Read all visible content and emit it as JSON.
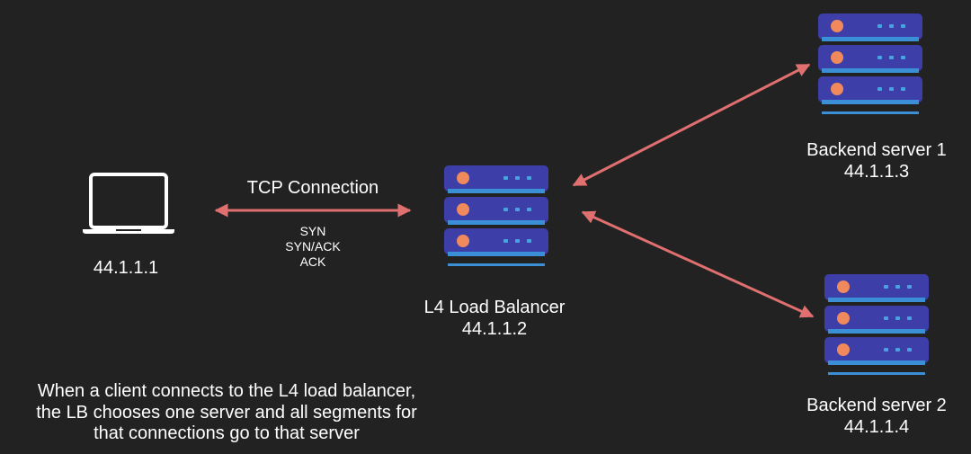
{
  "colors": {
    "background": "#222222",
    "arrow": "#e07070",
    "server_body": "#3e3ea8",
    "server_base": "#3a8fd6",
    "server_led_round": "#f08a5d",
    "server_led_small": "#4aa3e0",
    "laptop": "#ffffff",
    "text": "#ffffff"
  },
  "client": {
    "icon": "laptop-icon",
    "ip": "44.1.1.1"
  },
  "tcp_connection": {
    "title": "TCP Connection",
    "handshake": [
      "SYN",
      "SYN/ACK",
      "ACK"
    ]
  },
  "load_balancer": {
    "icon": "server-stack-icon",
    "name": "L4 Load Balancer",
    "ip": "44.1.1.2"
  },
  "backend_servers": [
    {
      "icon": "server-stack-icon",
      "name": "Backend server 1",
      "ip": "44.1.1.3"
    },
    {
      "icon": "server-stack-icon",
      "name": "Backend server 2",
      "ip": "44.1.1.4"
    }
  ],
  "note": {
    "lines": [
      "When a client connects to the L4 load balancer,",
      "the LB chooses one server and all segments for",
      "that connections go to that server"
    ]
  }
}
